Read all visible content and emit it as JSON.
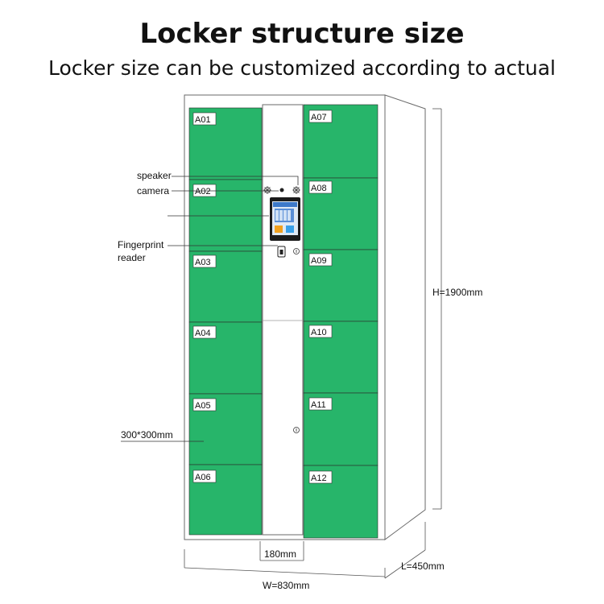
{
  "header": {
    "title": "Locker structure size",
    "subtitle": "Locker size can be customized according to actual"
  },
  "colors": {
    "door_green": "#27b56a",
    "body": "#ffffff",
    "outline": "#6a6a6a",
    "screen": "#1b1b1b"
  },
  "compartments": {
    "left": [
      "A01",
      "A02",
      "A03",
      "A04",
      "A05",
      "A06"
    ],
    "right": [
      "A07",
      "A08",
      "A09",
      "A10",
      "A11",
      "A12"
    ]
  },
  "callouts": {
    "speaker": "speaker",
    "camera": "camera",
    "fingerprint_line1": "Fingerprint",
    "fingerprint_line2": "reader",
    "compartment_size": "300*300mm"
  },
  "dimensions": {
    "height": "H=1900mm",
    "width": "W=830mm",
    "depth": "L=450mm",
    "center_width": "180mm"
  }
}
